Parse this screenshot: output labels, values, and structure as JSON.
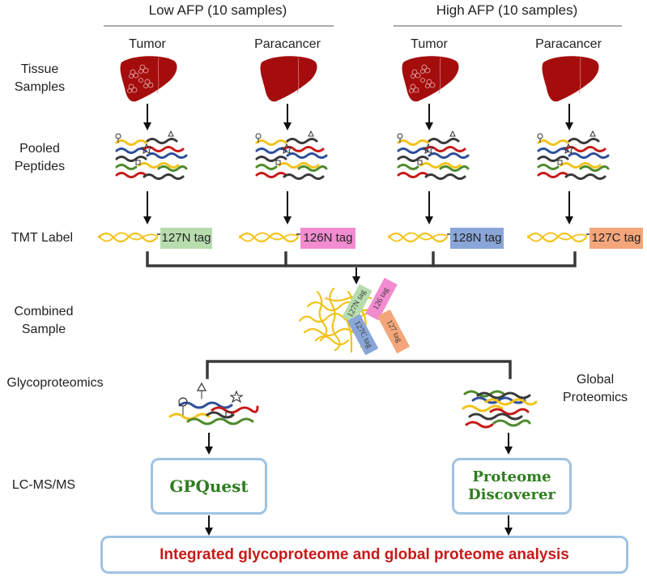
{
  "groups": {
    "low": "Low AFP (10 samples)",
    "high": "High AFP (10 samples)"
  },
  "columns": [
    "Tumor",
    "Paracancer",
    "Tumor",
    "Paracancer"
  ],
  "rows": {
    "tissue": [
      "Tissue",
      "Samples"
    ],
    "pooled": [
      "Pooled",
      "Peptides"
    ],
    "tmt": "TMT Label",
    "combined": [
      "Combined",
      "Sample"
    ],
    "glyco": "Glycoproteomics",
    "global": [
      "Global",
      "Proteomics"
    ],
    "lcms": "LC-MS/MS"
  },
  "tags": [
    {
      "label": "127N tag",
      "color": "#b7dcae"
    },
    {
      "label": "126N tag",
      "color": "#f28bd0"
    },
    {
      "label": "128N tag",
      "color": "#8aa6d8"
    },
    {
      "label": "127C tag",
      "color": "#f4a67a"
    }
  ],
  "combined_tags": [
    "127N tag",
    "126 tag",
    "127C tag",
    "127 tag"
  ],
  "tools": {
    "gpquest": "GPQuest",
    "pd_line1": "Proteome",
    "pd_line2": "Discoverer"
  },
  "final": "Integrated glycoproteome and global proteome analysis",
  "colors": {
    "liver": "#a50d0d",
    "box_border": "#9fc3e2",
    "tool_text": "#2f7d1f",
    "final_text": "#c71a1a",
    "yellow": "#f2c31a",
    "blue": "#2f4f9a",
    "red": "#c81a1a",
    "green": "#4f8a2e",
    "dark": "#3a3a3a"
  }
}
